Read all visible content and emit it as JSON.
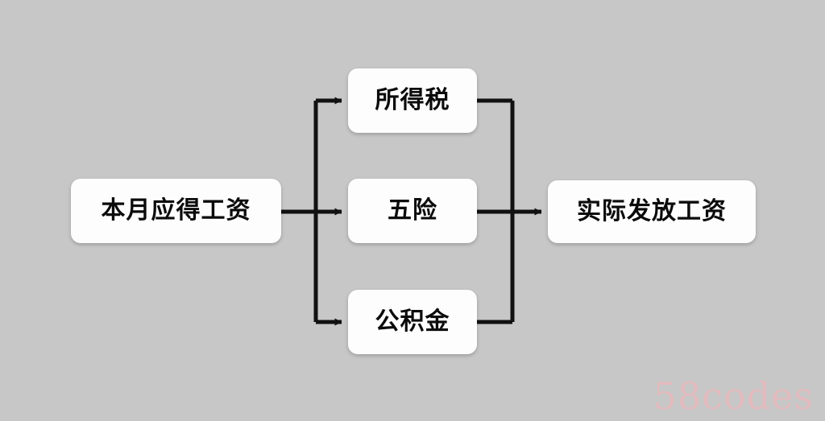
{
  "diagram": {
    "type": "flowchart",
    "direction": "left-to-right",
    "background_color": "#c7c7c7",
    "node_fill_color": "#fdfdfd",
    "connector_color": "#111111",
    "nodes": [
      {
        "id": "gross",
        "label": "本月应得工资",
        "role": "source"
      },
      {
        "id": "income_tax",
        "label": "所得税",
        "role": "deduction"
      },
      {
        "id": "insurance",
        "label": "五险",
        "role": "deduction"
      },
      {
        "id": "housing_fund",
        "label": "公积金",
        "role": "deduction"
      },
      {
        "id": "net",
        "label": "实际发放工资",
        "role": "result"
      }
    ],
    "edges": [
      {
        "from": "gross",
        "to": "income_tax",
        "arrow": true
      },
      {
        "from": "gross",
        "to": "insurance",
        "arrow": true
      },
      {
        "from": "gross",
        "to": "housing_fund",
        "arrow": true
      },
      {
        "from": "income_tax",
        "to": "net",
        "arrow": false
      },
      {
        "from": "insurance",
        "to": "net",
        "arrow": true
      },
      {
        "from": "housing_fund",
        "to": "net",
        "arrow": false
      }
    ]
  },
  "watermark": {
    "text": "58codes",
    "color": "#e8b9bd"
  }
}
